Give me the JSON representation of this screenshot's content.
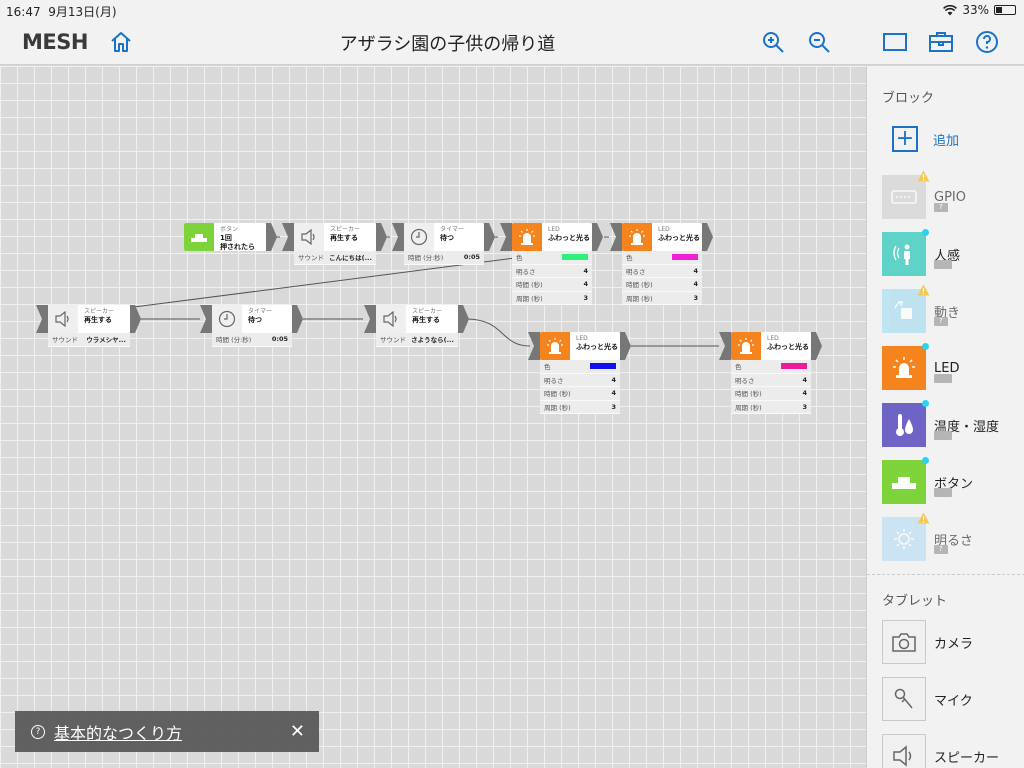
{
  "status_bar": {
    "time": "16:47",
    "date": "9月13日(月)",
    "battery": "33%",
    "battery_fraction": 0.33
  },
  "header": {
    "logo": "MESH",
    "title": "アザラシ園の子供の帰り道",
    "icons": [
      "home-icon",
      "zoom-in-icon",
      "zoom-out-icon",
      "layout-icon",
      "toolbox-icon",
      "help-icon"
    ],
    "accent": "#1a73c9"
  },
  "canvas": {
    "blocks": {
      "button1": {
        "category": "ボタン",
        "action": "1回\n押されたら",
        "color": "#7ed23a"
      },
      "speaker1": {
        "category": "スピーカー",
        "action": "再生する",
        "props": [
          {
            "label": "サウンド",
            "value": "こんにちは(..."
          }
        ]
      },
      "timer1": {
        "category": "タイマー",
        "action": "待つ",
        "props": [
          {
            "label": "時間 (分:秒)",
            "value": "0:05"
          }
        ]
      },
      "led1": {
        "category": "LED",
        "action": "ふわっと光る",
        "props": [
          {
            "label": "色",
            "color": "#2ef07a"
          },
          {
            "label": "明るさ",
            "value": "4"
          },
          {
            "label": "時間 (秒)",
            "value": "4"
          },
          {
            "label": "周期 (秒)",
            "value": "3"
          }
        ]
      },
      "led2": {
        "category": "LED",
        "action": "ふわっと光る",
        "props": [
          {
            "label": "色",
            "color": "#f021d4"
          },
          {
            "label": "明るさ",
            "value": "4"
          },
          {
            "label": "時間 (秒)",
            "value": "4"
          },
          {
            "label": "周期 (秒)",
            "value": "3"
          }
        ]
      },
      "speaker2": {
        "category": "スピーカー",
        "action": "再生する",
        "props": [
          {
            "label": "サウンド",
            "value": "ウラメシヤ..."
          }
        ]
      },
      "timer2": {
        "category": "タイマー",
        "action": "待つ",
        "props": [
          {
            "label": "時間 (分:秒)",
            "value": "0:05"
          }
        ]
      },
      "speaker3": {
        "category": "スピーカー",
        "action": "再生する",
        "props": [
          {
            "label": "サウンド",
            "value": "さようなら(..."
          }
        ]
      },
      "led3": {
        "category": "LED",
        "action": "ふわっと光る",
        "props": [
          {
            "label": "色",
            "color": "#1010ee"
          },
          {
            "label": "明るさ",
            "value": "4"
          },
          {
            "label": "時間 (秒)",
            "value": "4"
          },
          {
            "label": "周期 (秒)",
            "value": "3"
          }
        ]
      },
      "led4": {
        "category": "LED",
        "action": "ふわっと光る",
        "props": [
          {
            "label": "色",
            "color": "#ee1a9c"
          },
          {
            "label": "明るさ",
            "value": "4"
          },
          {
            "label": "時間 (秒)",
            "value": "4"
          },
          {
            "label": "周期 (秒)",
            "value": "3"
          }
        ]
      }
    },
    "led_color": "#f5841f"
  },
  "help_toast": {
    "label": "基本的なつくり方"
  },
  "sidebar": {
    "blocks_title": "ブロック",
    "add_label": "追加",
    "items": [
      {
        "name": "GPIO",
        "status": "?",
        "color": "#cfcfcf"
      },
      {
        "name": "人感",
        "status": "",
        "color": "#5fd3c7"
      },
      {
        "name": "動き",
        "status": "?",
        "color": "#a4dbf1"
      },
      {
        "name": "LED",
        "status": "",
        "color": "#f5841f"
      },
      {
        "name": "温度・湿度",
        "status": "",
        "color": "#6e64c6"
      },
      {
        "name": "ボタン",
        "status": "",
        "color": "#7ed23a"
      },
      {
        "name": "明るさ",
        "status": "?",
        "color": "#b9dcf5"
      }
    ],
    "tablet_title": "タブレット",
    "tablet_items": [
      {
        "name": "カメラ"
      },
      {
        "name": "マイク"
      },
      {
        "name": "スピーカー"
      }
    ]
  }
}
